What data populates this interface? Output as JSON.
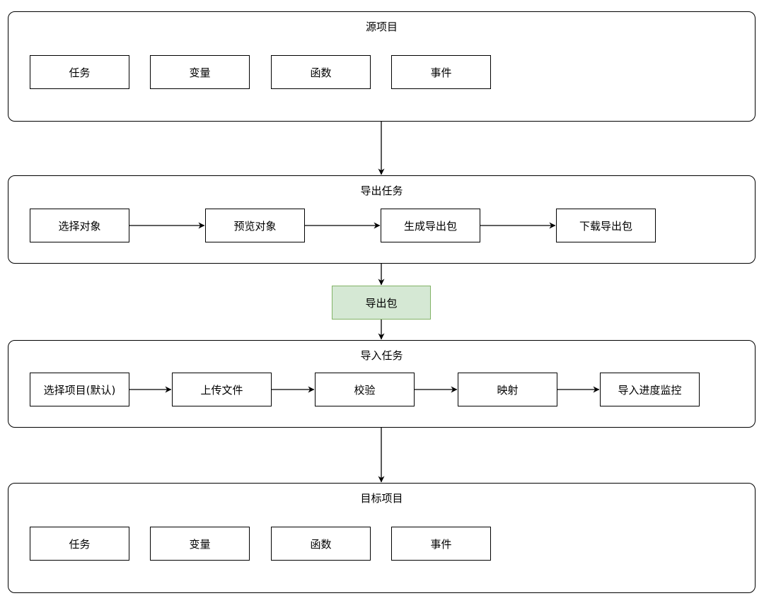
{
  "source_project": {
    "title": "源项目",
    "items": [
      "任务",
      "变量",
      "函数",
      "事件"
    ]
  },
  "export_task": {
    "title": "导出任务",
    "steps": [
      "选择对象",
      "预览对象",
      "生成导出包",
      "下载导出包"
    ]
  },
  "export_package": {
    "label": "导出包",
    "fill_color": "#d5e8d4",
    "border_color": "#82b366"
  },
  "import_task": {
    "title": "导入任务",
    "steps": [
      "选择项目(默认)",
      "上传文件",
      "校验",
      "映射",
      "导入进度监控"
    ]
  },
  "target_project": {
    "title": "目标项目",
    "items": [
      "任务",
      "变量",
      "函数",
      "事件"
    ]
  }
}
